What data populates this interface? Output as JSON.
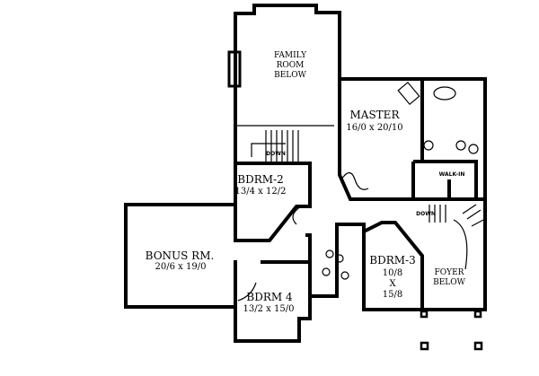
{
  "rooms": {
    "family": {
      "line1": "FAMILY",
      "line2": "ROOM",
      "line3": "BELOW"
    },
    "master": {
      "name": "MASTER",
      "size": "16/0 x 20/10"
    },
    "bdrm2": {
      "name": "BDRM-2",
      "size": "13/4 x 12/2"
    },
    "bonus": {
      "name": "BONUS RM.",
      "size": "20/6 x 19/0"
    },
    "bdrm4": {
      "name": "BDRM 4",
      "size": "13/2 x 15/0"
    },
    "bdrm3": {
      "name": "BDRM-3",
      "size1": "10/8",
      "size2": "X",
      "size3": "15/8"
    },
    "foyer": {
      "line1": "FOYER",
      "line2": "BELOW"
    },
    "walkin": {
      "name": "WALK-IN"
    }
  },
  "stairs": {
    "down1": "DOWN",
    "down2": "DOWN"
  }
}
